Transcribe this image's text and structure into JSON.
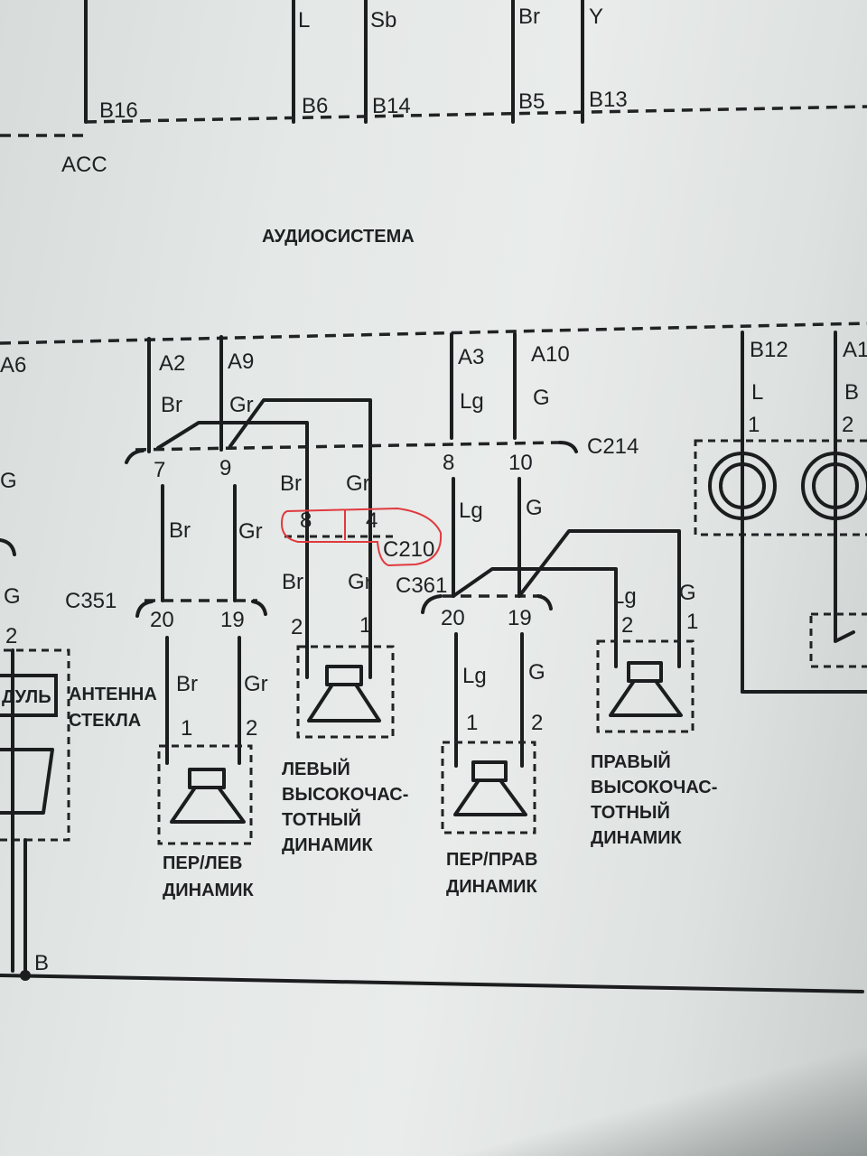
{
  "top_connectors": [
    {
      "wire": "L",
      "pin": "B6"
    },
    {
      "wire": "Sb",
      "pin": "B14"
    },
    {
      "wire": "Br",
      "pin": "B5"
    },
    {
      "wire": "Y",
      "pin": "B13"
    }
  ],
  "top_left_pin": "B16",
  "acc_label": "ACC",
  "section_title": "АУДИОСИСТЕМА",
  "radio_pins": [
    {
      "pin": "A2",
      "wire": "Br"
    },
    {
      "pin": "A9",
      "wire": "Gr"
    },
    {
      "pin": "A3",
      "wire": "Lg"
    },
    {
      "pin": "A10",
      "wire": "G"
    },
    {
      "pin": "B12",
      "wire": "L",
      "term": "1"
    },
    {
      "pin": "A1",
      "wire": "B",
      "term": "2"
    }
  ],
  "left_edge_pin": "A6",
  "connector_c214": {
    "name": "C214",
    "pins": [
      "7",
      "9",
      "8",
      "10"
    ],
    "wires_below": [
      "Br",
      "Gr",
      "Lg",
      "G"
    ]
  },
  "connector_c210": {
    "name": "C210",
    "pins": [
      "8",
      "4"
    ],
    "wires_above": [
      "Br",
      "Gr"
    ],
    "wires_below": [
      "Br",
      "Gr"
    ]
  },
  "connector_c351": {
    "name": "C351",
    "pins": [
      "20",
      "19"
    ],
    "wires_below": [
      "Br",
      "Gr"
    ],
    "speaker_terms": [
      "1",
      "2"
    ]
  },
  "connector_c361": {
    "name": "C361",
    "pins": [
      "20",
      "19"
    ],
    "wires_below": [
      "Lg",
      "G"
    ],
    "speaker_terms": [
      "1",
      "2"
    ]
  },
  "left_tweeter_terms": [
    "2",
    "1"
  ],
  "right_tweeter": {
    "wires": [
      "Lg",
      "G"
    ],
    "terms": [
      "2",
      "1"
    ]
  },
  "speakers": {
    "front_left": [
      "ПЕР/ЛЕВ",
      "ДИНАМИК"
    ],
    "left_tweeter": [
      "ЛЕВЫЙ",
      "ВЫСОКОЧАС-",
      "ТОТНЫЙ",
      "ДИНАМИК"
    ],
    "front_right": [
      "ПЕР/ПРАВ",
      "ДИНАМИК"
    ],
    "right_tweeter": [
      "ПРАВЫЙ",
      "ВЫСОКОЧАС-",
      "ТОТНЫЙ",
      "ДИНАМИК"
    ]
  },
  "antenna": {
    "wire": "G",
    "term": "2",
    "module_fragment": "ДУЛЬ",
    "label": [
      "АНТЕННА",
      "СТЕКЛА"
    ]
  },
  "ground": {
    "label": "B"
  },
  "colors": {
    "ink": "#1b1d1e",
    "paper": "#e4e8e6",
    "highlight": "#e0393f"
  }
}
